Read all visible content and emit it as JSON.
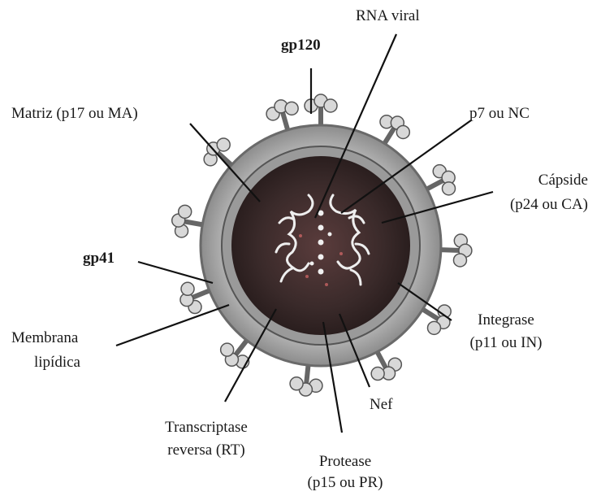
{
  "labels": {
    "rna_viral": "RNA viral",
    "gp120": "gp120",
    "matriz": "Matriz (p17 ou MA)",
    "p7": "p7 ou NC",
    "capside_line1": "Cápside",
    "capside_line2": "(p24 ou CA)",
    "gp41": "gp41",
    "integrase_line1": "Integrase",
    "integrase_line2": "(p11 ou IN)",
    "membrana_line1": "Membrana",
    "membrana_line2": "lipídica",
    "nef": "Nef",
    "transcriptase_line1": "Transcriptase",
    "transcriptase_line2": "reversa (RT)",
    "protease_line1": "Protease",
    "protease_line2": "(p15 ou PR)"
  },
  "colors": {
    "outer_membrane": "#a8a8a8",
    "membrane_ring": "#7a7a7a",
    "core": "#3a2a2a",
    "spikes": "#cfcfcf",
    "rna": "#e8e8e8",
    "leader_lines": "#111111"
  }
}
